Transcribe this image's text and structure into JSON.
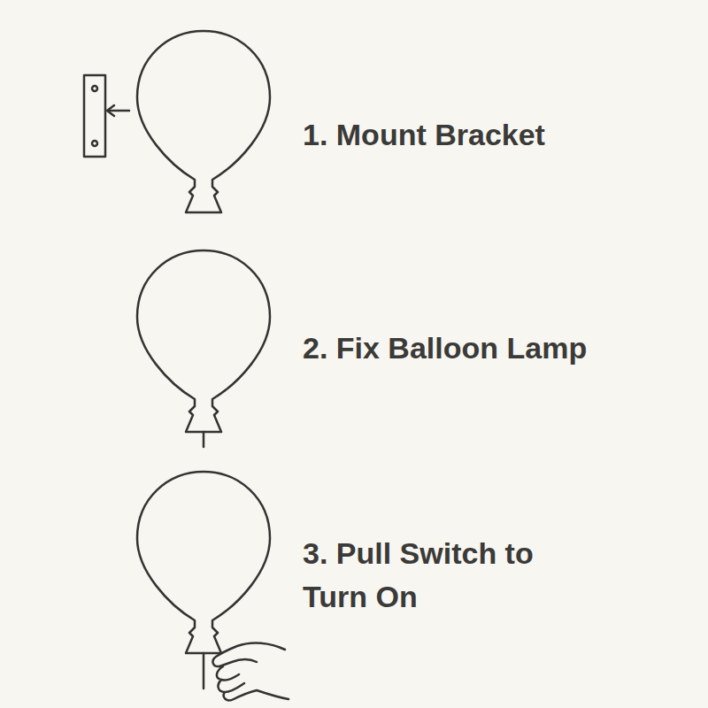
{
  "diagram": {
    "labels": [
      "1. Mount Bracket",
      "2. Fix Balloon Lamp",
      "3. Pull Switch to Turn On"
    ]
  }
}
